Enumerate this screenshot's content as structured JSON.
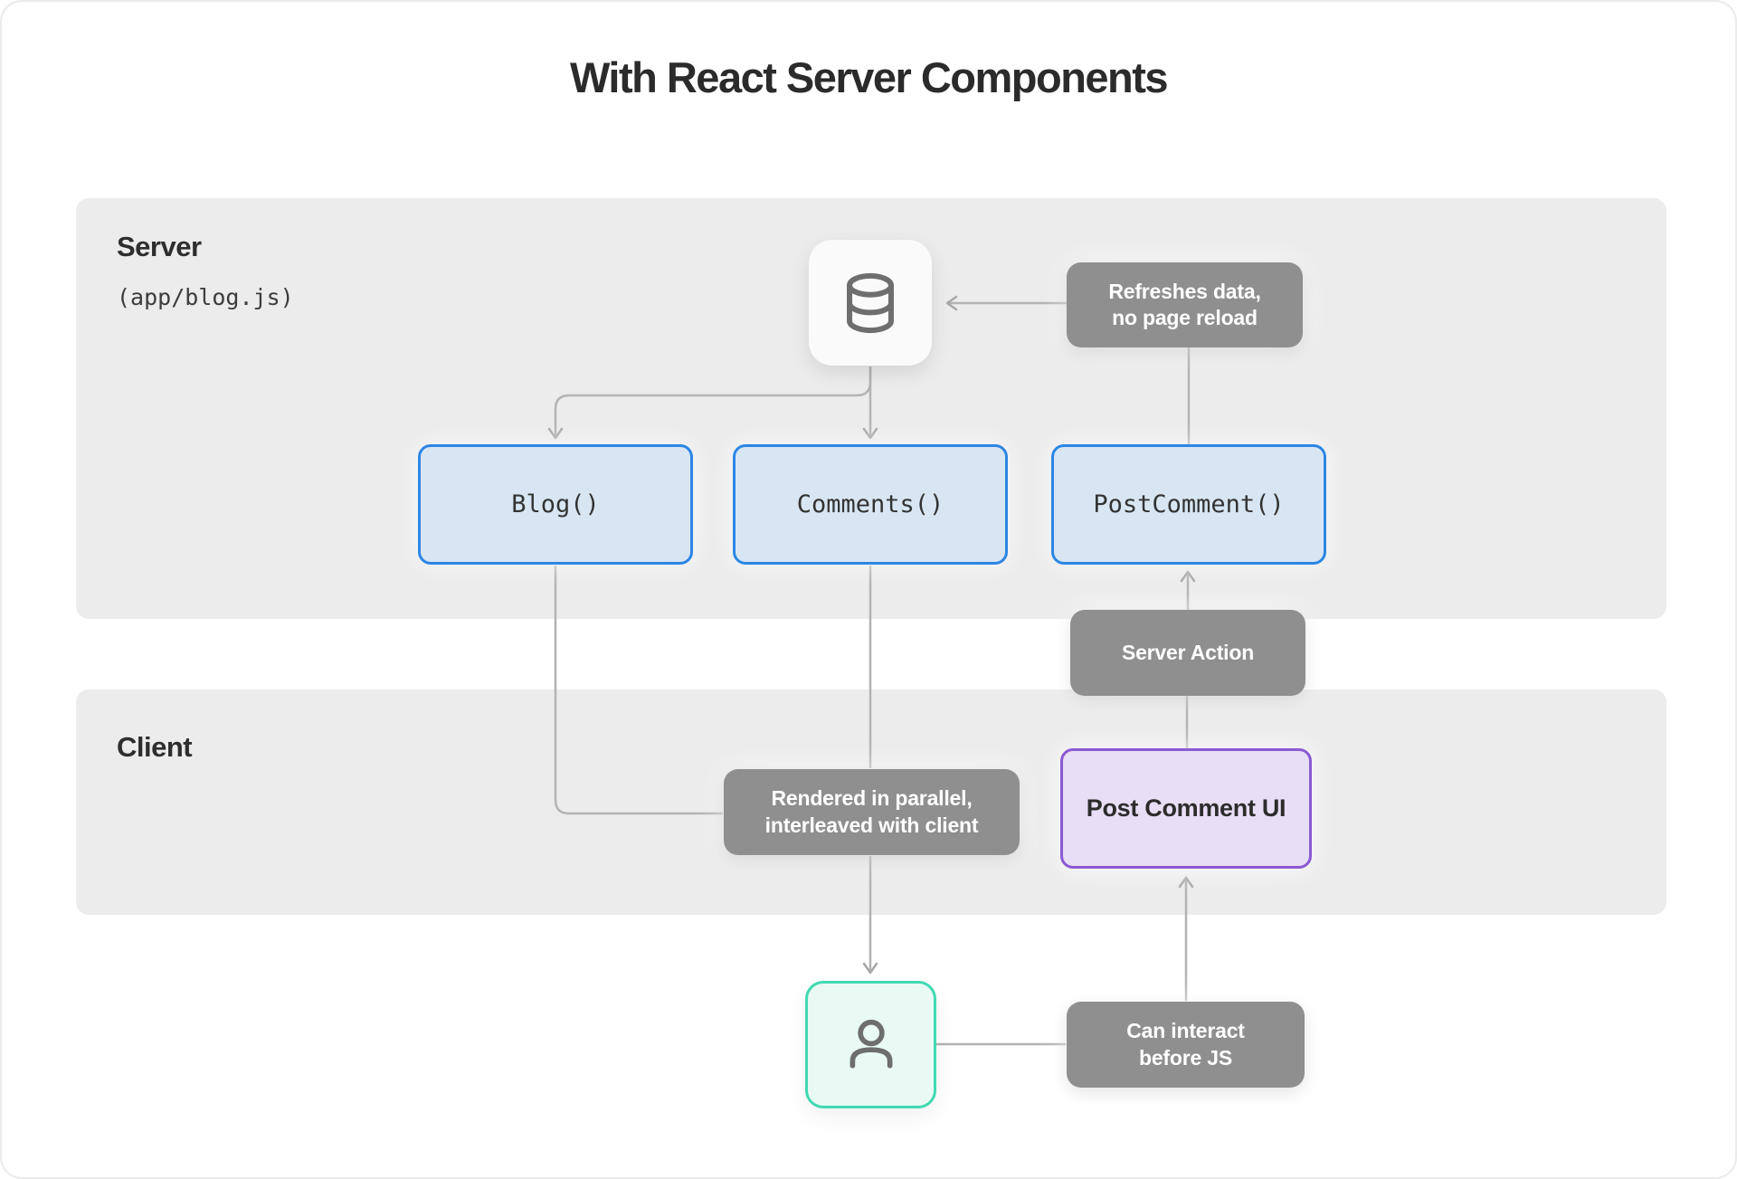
{
  "title": "With React Server Components",
  "sections": {
    "server": {
      "label": "Server",
      "sublabel": "(app/blog.js)"
    },
    "client": {
      "label": "Client"
    }
  },
  "nodes": {
    "database": {
      "icon": "database-icon"
    },
    "blog": {
      "label": "Blog()"
    },
    "comments": {
      "label": "Comments()"
    },
    "post_comment": {
      "label": "PostComment()"
    },
    "post_comment_ui": {
      "label": "Post Comment UI"
    },
    "user": {
      "icon": "user-icon"
    }
  },
  "annotations": {
    "refreshes": {
      "line1": "Refreshes data,",
      "line2": "no page reload"
    },
    "server_action": {
      "label": "Server Action"
    },
    "rendered": {
      "line1": "Rendered in parallel,",
      "line2": "interleaved with client"
    },
    "can_interact": {
      "line1": "Can interact",
      "line2": "before JS"
    }
  },
  "colors": {
    "section_bg": "#ececec",
    "pill_bg": "#8f8f8f",
    "blue_border": "#2d86e4",
    "blue_fill": "#d8e6f3",
    "purple_border": "#8a5ad1",
    "purple_fill": "#e8def5",
    "teal_border": "#41d9b1",
    "teal_fill": "#e9faf4",
    "line": "#b0b0b0",
    "title_text": "#2b2b2b"
  }
}
